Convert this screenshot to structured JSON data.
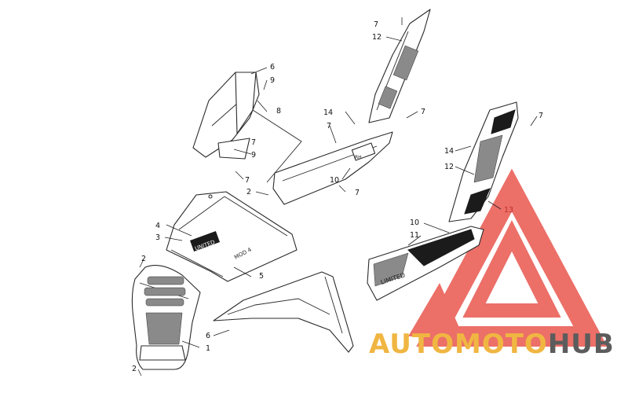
{
  "diagram": {
    "callouts": [
      {
        "id": "c1",
        "label": "1"
      },
      {
        "id": "c2a",
        "label": "2"
      },
      {
        "id": "c2b",
        "label": "2"
      },
      {
        "id": "c2c",
        "label": "2"
      },
      {
        "id": "c3",
        "label": "3"
      },
      {
        "id": "c4",
        "label": "4"
      },
      {
        "id": "c5",
        "label": "5"
      },
      {
        "id": "c6a",
        "label": "6"
      },
      {
        "id": "c6b",
        "label": "6"
      },
      {
        "id": "c7a",
        "label": "7"
      },
      {
        "id": "c7b",
        "label": "7"
      },
      {
        "id": "c7c",
        "label": "7"
      },
      {
        "id": "c7d",
        "label": "7"
      },
      {
        "id": "c7e",
        "label": "7"
      },
      {
        "id": "c7f",
        "label": "7"
      },
      {
        "id": "c7g",
        "label": "7"
      },
      {
        "id": "c8",
        "label": "8"
      },
      {
        "id": "c9a",
        "label": "9"
      },
      {
        "id": "c9b",
        "label": "9"
      },
      {
        "id": "c10a",
        "label": "10"
      },
      {
        "id": "c10b",
        "label": "10"
      },
      {
        "id": "c11",
        "label": "11"
      },
      {
        "id": "c12a",
        "label": "12"
      },
      {
        "id": "c12b",
        "label": "12"
      },
      {
        "id": "c13",
        "label": "13"
      },
      {
        "id": "c14a",
        "label": "14"
      },
      {
        "id": "c14b",
        "label": "14"
      }
    ],
    "decals": {
      "hood_badge": "UNITED",
      "hood_side": "MOD 4",
      "panel_script": "LIMITED",
      "panel_small": "RH"
    }
  },
  "watermark": {
    "part1": "AUTO",
    "part2": "MOTO",
    "part3": "HUB",
    "colors": {
      "triangle": "#e0453d",
      "accent": "#f0b642",
      "gray": "#5c5c5c"
    }
  }
}
